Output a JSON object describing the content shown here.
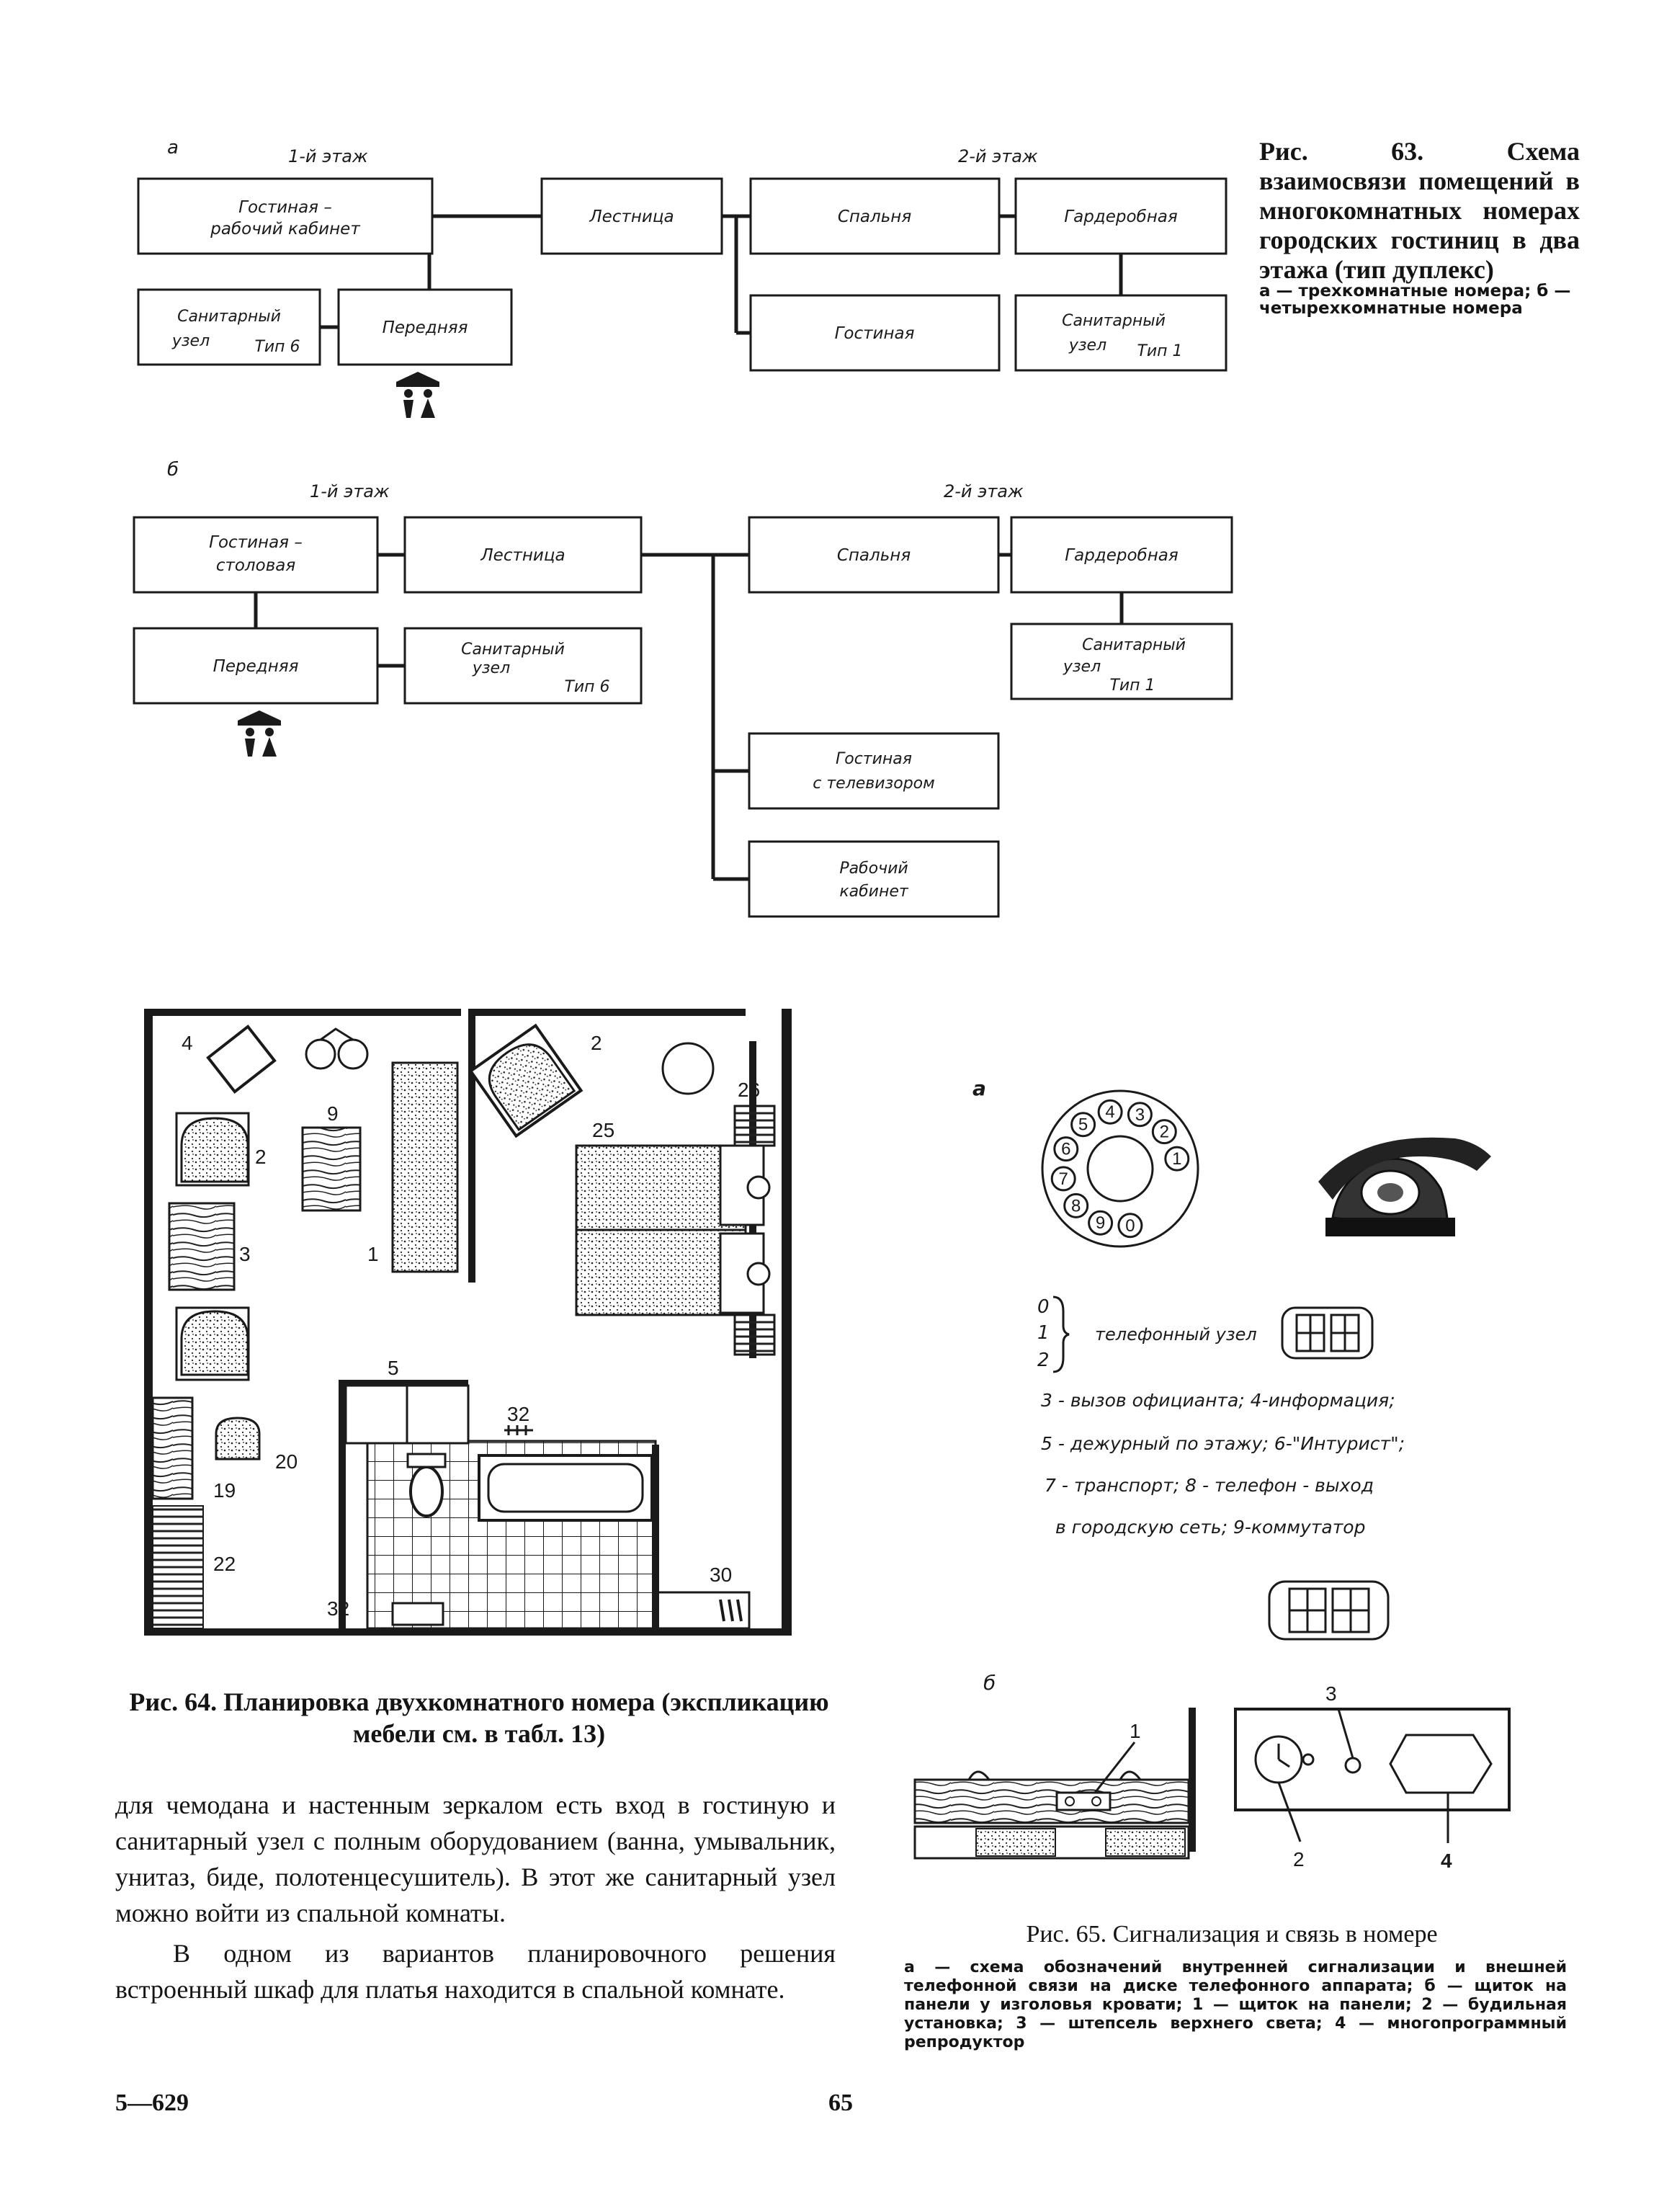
{
  "fig63": {
    "a": {
      "marker": "а",
      "floor1": "1-й этаж",
      "floor2": "2-й этаж",
      "living": [
        "Гостиная –",
        "рабочий кабинет"
      ],
      "stairs": "Лестница",
      "bedroom": "Спальня",
      "wardrobe": "Гардеробная",
      "sanitary": [
        "Санитарный",
        "узел",
        "Тип 6"
      ],
      "hall": "Передняя",
      "living2": "Гостиная",
      "sanitary2": [
        "Санитарный",
        "узел",
        "Тип 1"
      ]
    },
    "b": {
      "marker": "б",
      "floor1": "1-й этаж",
      "floor2": "2-й этаж",
      "living": [
        "Гостиная –",
        "столовая"
      ],
      "stairs": "Лестница",
      "bedroom": "Спальня",
      "wardrobe": "Гардеробная",
      "hall": "Передняя",
      "sanitary": [
        "Санитарный",
        "узел",
        "Тип 6"
      ],
      "sanitary2": [
        "Санитарный",
        "узел",
        "Тип 1"
      ],
      "tvroom": [
        "Гостиная",
        "с телевизором"
      ],
      "study": [
        "Рабочий",
        "кабинет"
      ]
    },
    "caption": "Рис. 63. Схема взаимосвязи помещений в многокомнатных номерах городских гостиниц в два этажа (тип дуплекс)",
    "note": "а — трехкомнатные номера; б — четырехкомнатные номера"
  },
  "fig64": {
    "labels": [
      "4",
      "2",
      "9",
      "2",
      "3",
      "1",
      "25",
      "26",
      "5",
      "32",
      "20",
      "19",
      "22",
      "30",
      "32"
    ],
    "caption": "Рис. 64. Планировка двухкомнатного номера (экспликацию мебели см. в табл. 13)"
  },
  "fig65": {
    "marker_a": "а",
    "marker_b": "б",
    "dial_digits": [
      "1",
      "2",
      "3",
      "4",
      "5",
      "6",
      "7",
      "8",
      "9",
      "0"
    ],
    "legend": {
      "codes": [
        "0",
        "1",
        "2"
      ],
      "node": "телефонный узел",
      "l1": "3 - вызов официанта; 4-информация;",
      "l2": "5 - дежурный по этажу; 6-\"Интурист\";",
      "l3": "7 - транспорт; 8 - телефон - выход",
      "l4": "в городскую сеть; 9-коммутатор"
    },
    "panel_labels": [
      "1",
      "2",
      "3",
      "4"
    ],
    "caption": "Рис. 65. Сигнализация и связь в номере",
    "note": "а — схема обозначений внутренней сигнализации и внешней телефонной связи на диске телефонного аппарата; б — щиток на панели у изголовья кровати; 1 — щиток на панели; 2 — будильная установка; 3 — штепсель верхнего света; 4 — многопрограммный репродуктор"
  },
  "body": {
    "p1": "для чемодана и настенным зеркалом есть вход в гостиную и санитарный узел с полным оборудованием (ванна, умывальник, унитаз, биде, полотенцесушитель). В этот же санитарный узел можно войти из спальной комнаты.",
    "p2": "В одном из вариантов планировочного решения встроенный шкаф для платья находится в спальной комнате."
  },
  "footer": {
    "signature": "5—629",
    "page_number": "65"
  }
}
